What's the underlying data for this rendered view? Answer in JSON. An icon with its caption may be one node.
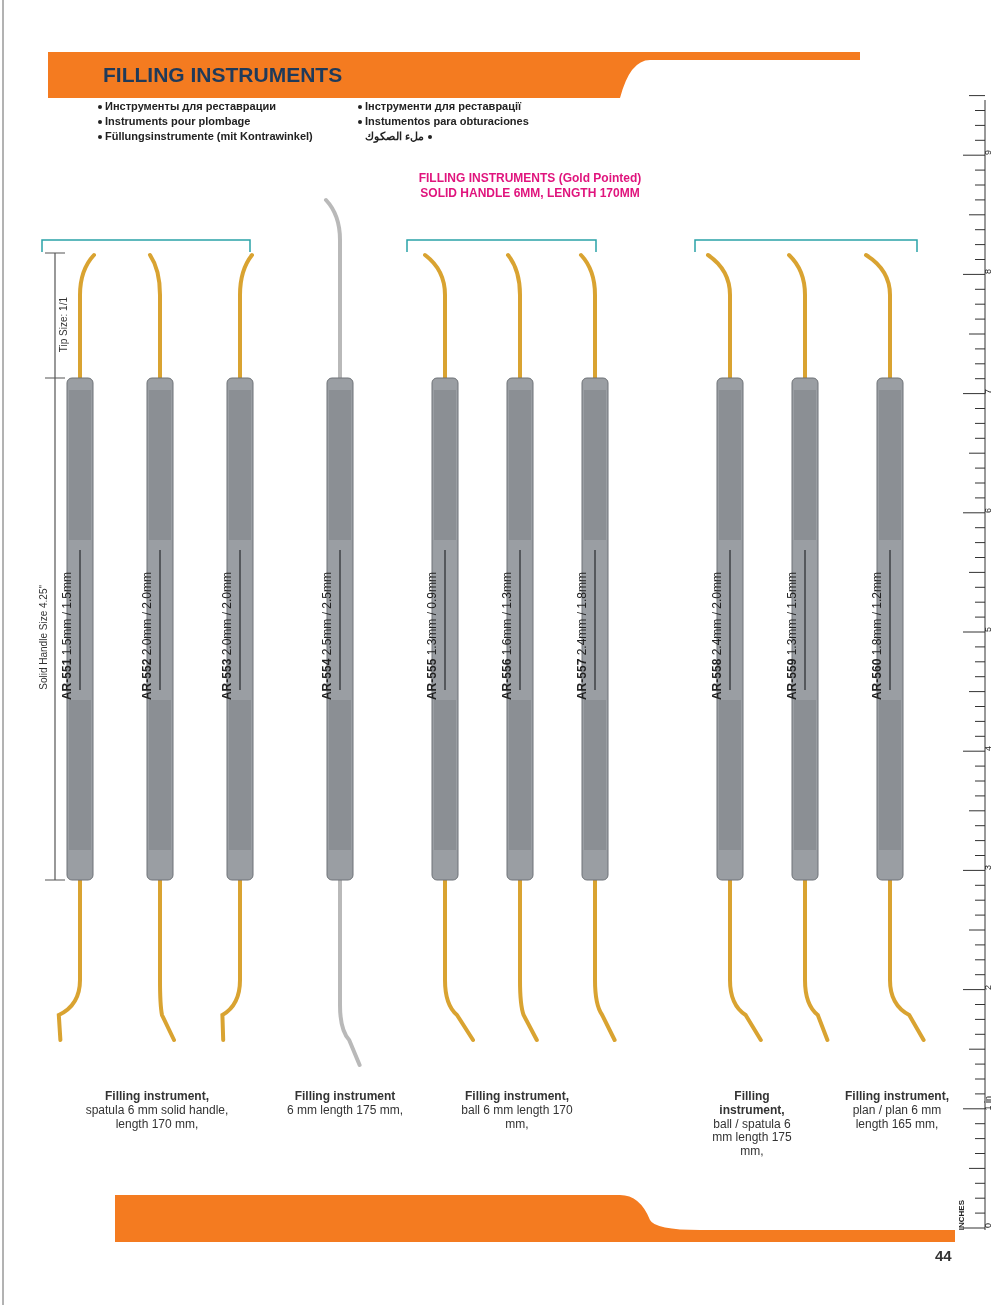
{
  "diagram": {
    "title": "FILLING INSTRUMENTS",
    "labels": [
      "Инструменты для реставрации",
      "Інструменти для реставрації",
      "Instruments pour plombage",
      "Instumentos para obturaciones",
      "Füllungsinstrumente (mit Kontrawinkel)",
      "ملء الصكوك",
      "FILLING INSTRUMENTS (Gold Pointed)",
      "SOLID HANDLE 6MM, LENGTH 170MM",
      "Tip Size: 1/1",
      "Solid Handle Size 4.25\"",
      "**AR-551** 1.5mm / 1.5mm",
      "**AR-552** 2.0mm / 2.0mm",
      "**AR-553** 2.0mm / 2.0mm",
      "**AR-554** 2.5mm / 2.5mm",
      "**AR-555** 1.3mm / 0.9mm",
      "**AR-556** 1.6mm / 1.3mm",
      "**AR-557** 2.4mm / 1.8mm",
      "**AR-558** 2.4mm / 2.0mm",
      "**AR-559** 1.3mm / 1.5mm",
      "**AR-560** 1.8mm / 1.2mm",
      "**Filling instrument,** spatula 6 mm solid handle, length 170 mm,",
      "**Filling instrument** 6 mm length 175 mm,",
      "**Filling instrument,** ball 6 mm length 170 mm,",
      "**Filling instrument,** ball / spatula 6 mm length 175 mm,",
      "**Filling instrument,** plan / plan 6 mm length 165 mm,",
      "9",
      "8",
      "7",
      "6",
      "5",
      "4",
      "3",
      "2",
      "1 in",
      "0",
      "INCHES",
      "44"
    ]
  }
}
